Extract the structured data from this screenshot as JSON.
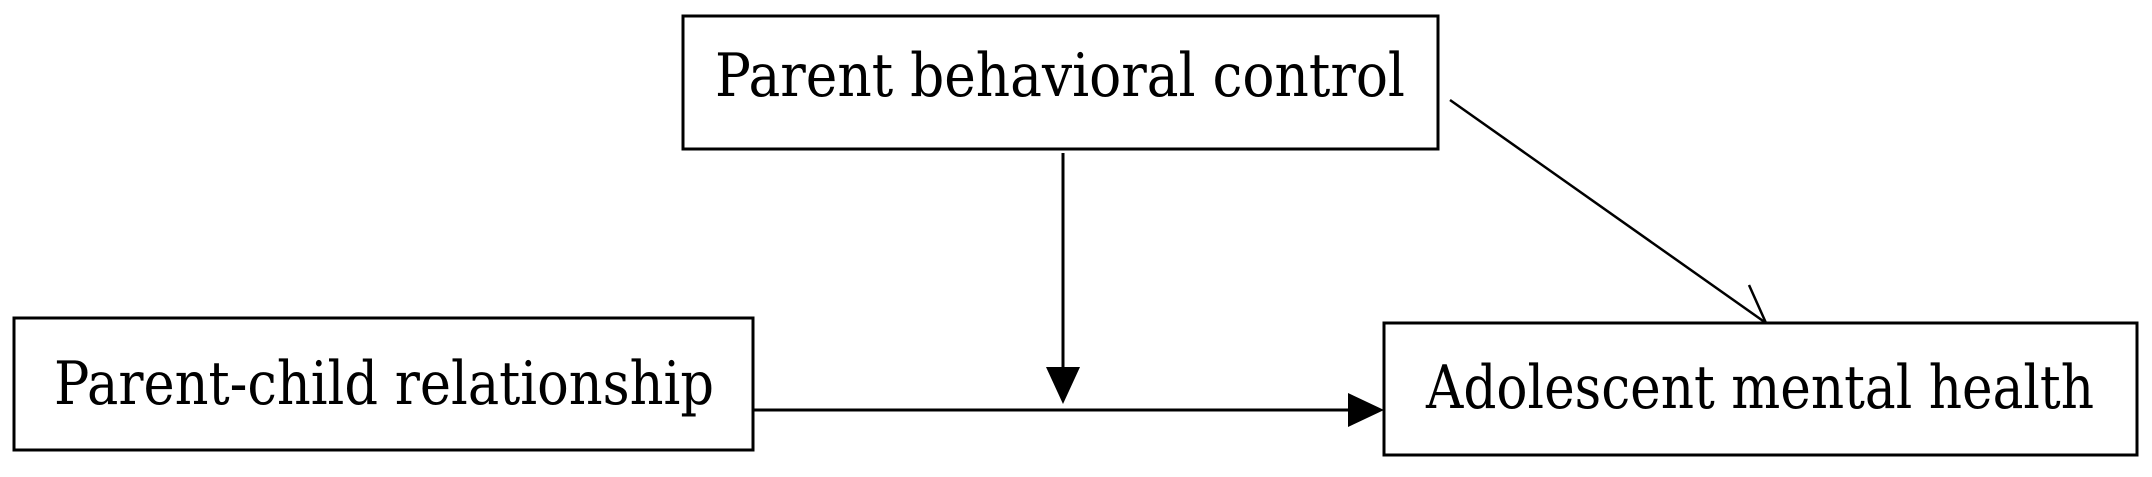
{
  "nodes": {
    "moderator": {
      "label": "Parent behavioral control"
    },
    "predictor": {
      "label": "Parent-child relationship"
    },
    "outcome": {
      "label": "Adolescent mental health"
    }
  },
  "colors": {
    "stroke": "#000000",
    "background": "#ffffff",
    "text": "#000000"
  }
}
